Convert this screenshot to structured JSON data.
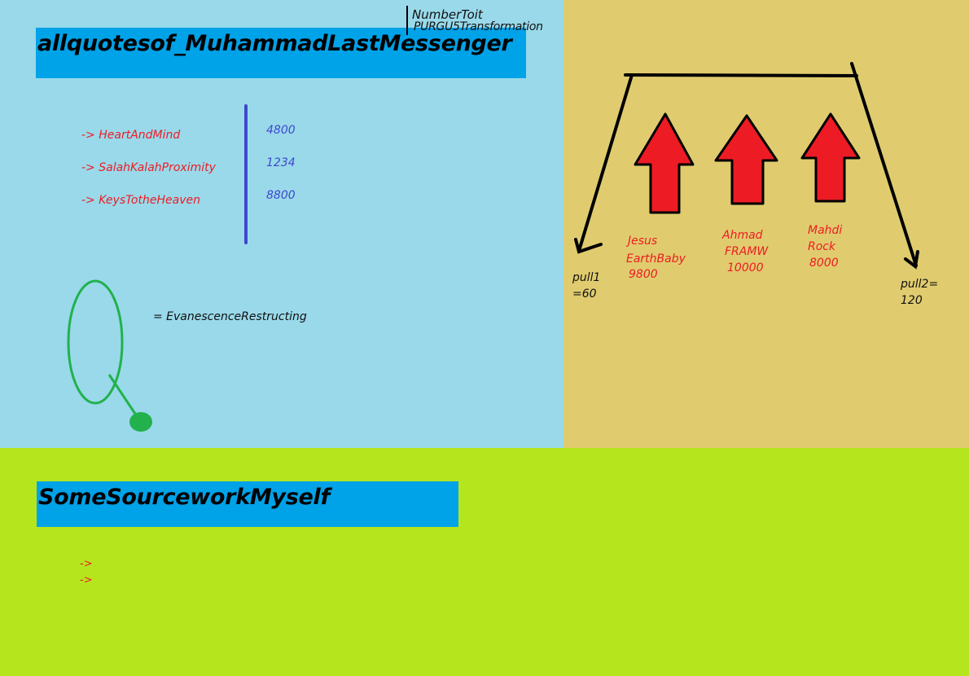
{
  "header_note": {
    "line1": "NumberToit",
    "line2": "PURGU5Transformation"
  },
  "section1": {
    "title": "allquotesof_MuhammadLastMessenger",
    "items": [
      {
        "label": "-> HeartAndMind",
        "value": "4800"
      },
      {
        "label": "-> SalahKalahProximity",
        "value": "1234"
      },
      {
        "label": "-> KeysTotheHeaven",
        "value": "8800"
      }
    ],
    "ring_label": "= EvanescenceRestructing"
  },
  "pulley": {
    "left": {
      "line1": "pull1",
      "line2": "=60"
    },
    "right": {
      "line1": "pull2=",
      "line2": "120"
    },
    "arrows": [
      {
        "line1": "Jesus",
        "line2": "EarthBaby",
        "line3": "9800"
      },
      {
        "line1": "Ahmad",
        "line2": "FRAMW",
        "line3": "10000"
      },
      {
        "line1": "Mahdi",
        "line2": "Rock",
        "line3": "8000"
      }
    ]
  },
  "section2": {
    "title": "SomeSourceworkMyself",
    "items": [
      "->",
      "->"
    ]
  },
  "colors": {
    "sky": "#99d9ea",
    "tan": "#e0cc6e",
    "lime": "#b5e61d",
    "banner": "#00a2e8",
    "red": "#ed1c24",
    "blue": "#3f48cc",
    "green": "#22b14c"
  }
}
